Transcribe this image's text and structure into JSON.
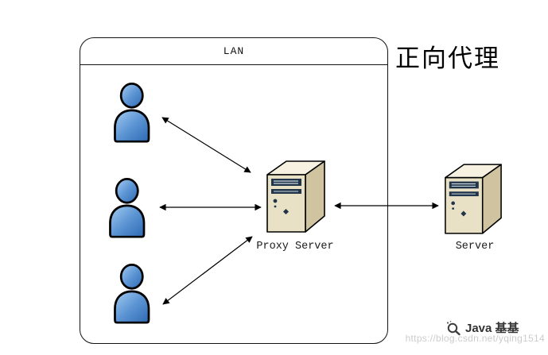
{
  "title": "正向代理",
  "lan": {
    "label": "LAN"
  },
  "labels": {
    "proxy_server": "Proxy Server",
    "server": "Server"
  },
  "diagram": {
    "type": "network-diagram",
    "nodes": [
      {
        "id": "user-1",
        "kind": "user"
      },
      {
        "id": "user-2",
        "kind": "user"
      },
      {
        "id": "user-3",
        "kind": "user"
      },
      {
        "id": "proxy-server",
        "kind": "tower-server",
        "label": "Proxy Server",
        "inside_lan": true
      },
      {
        "id": "server",
        "kind": "tower-server",
        "label": "Server",
        "inside_lan": false
      }
    ],
    "connections": [
      {
        "from": "user-1",
        "to": "proxy-server",
        "bidirectional": true
      },
      {
        "from": "user-2",
        "to": "proxy-server",
        "bidirectional": true
      },
      {
        "from": "user-3",
        "to": "proxy-server",
        "bidirectional": true
      },
      {
        "from": "proxy-server",
        "to": "server",
        "bidirectional": true
      }
    ]
  },
  "icons": {
    "user": "person-silhouette-icon",
    "server": "tower-server-icon",
    "brand": "magnifier-icon"
  },
  "watermark": {
    "brand": "Java 基基",
    "url": "https://blog.csdn.net/yqing1514"
  },
  "colors": {
    "user_gradient_start": "#a6cdf2",
    "user_gradient_end": "#2d6ab3",
    "server_front": "#e9e1c6",
    "server_top": "#f6f1e0",
    "server_side": "#cfc3a0",
    "server_panel": "#203549",
    "arrow": "#000000",
    "watermark_url_color": "#cccccc",
    "brand_text_color": "#333333"
  }
}
